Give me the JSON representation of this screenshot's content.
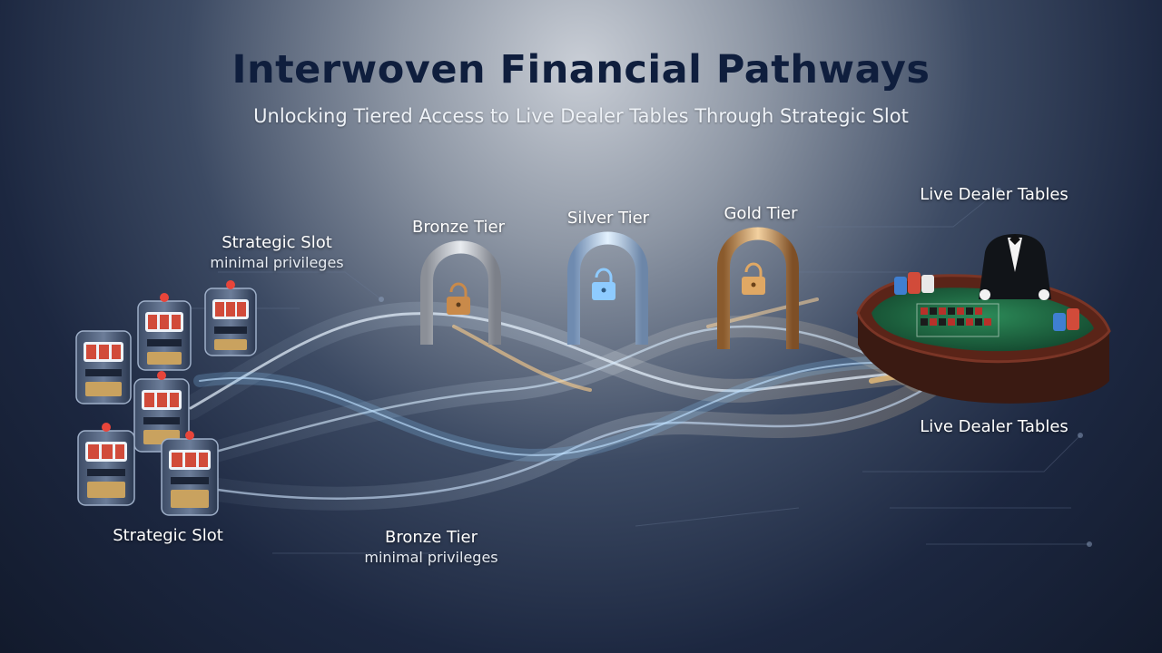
{
  "header": {
    "title": "Interwoven Financial Pathways",
    "subtitle": "Unlocking Tiered Access to Live Dealer Tables Through Strategic Slot"
  },
  "labels": {
    "strategic_slot_top": {
      "main": "Strategic Slot",
      "sub": "minimal privileges"
    },
    "strategic_slot_bottom": {
      "main": "Strategic Slot"
    },
    "bronze_tier_top": {
      "main": "Bronze Tier"
    },
    "bronze_tier_bottom": {
      "main": "Bronze Tier",
      "sub": "minimal privileges"
    },
    "silver_tier": {
      "main": "Silver Tier"
    },
    "gold_tier": {
      "main": "Gold Tier"
    },
    "live_dealer_top": {
      "main": "Live Dealer Tables"
    },
    "live_dealer_bottom": {
      "main": "Live Dealer Tables"
    }
  },
  "icons": {
    "slot_machine": "slot-machine-icon",
    "padlock": "padlock-icon",
    "dealer": "dealer-icon",
    "table": "roulette-table-icon"
  },
  "colors": {
    "title": "#0f1e3d",
    "bronze": "#c98a4a",
    "silver": "#8ecbff",
    "gold": "#e0a864",
    "felt": "#1f6b45",
    "table_rim": "#5a2418"
  }
}
